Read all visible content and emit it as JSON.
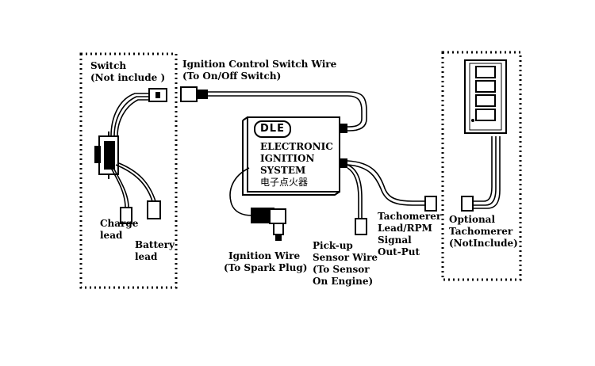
{
  "diagram": {
    "switch_box": {
      "title_line1": "Switch",
      "title_line2": "(Not include )"
    },
    "ignition_control_wire": {
      "line1": "Ignition Control Switch Wire",
      "line2": "(To On/Off Switch)"
    },
    "ecu": {
      "brand": "DLE",
      "line1": "ELECTRONIC",
      "line2": "IGNITION",
      "line3": "SYSTEM",
      "line4": "电子点火器"
    },
    "charge_lead": {
      "line1": "Charge",
      "line2": "lead"
    },
    "battery_lead": {
      "line1": "Battery",
      "line2": "lead"
    },
    "ignition_wire": {
      "line1": "Ignition Wire",
      "line2": "(To Spark Plug)"
    },
    "pickup_wire": {
      "line1": "Pick-up",
      "line2": "Sensor Wire",
      "line3": "(To Sensor",
      "line4": "On Engine)"
    },
    "tach_lead": {
      "line1": "Tachomerer",
      "line2": "Lead/RPM",
      "line3": "Signal",
      "line4": "Out-Put"
    },
    "optional_tach": {
      "line1": "Optional",
      "line2": "Tachomerer",
      "line3": "(NotInclude)"
    }
  }
}
